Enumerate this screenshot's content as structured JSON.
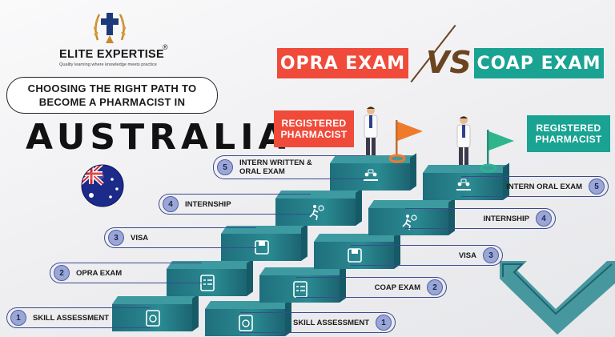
{
  "brand": {
    "name": "ELITE EXPERTISE",
    "registered": "®",
    "tagline": "Quality learning where knowledge meets practice"
  },
  "title": {
    "line": "CHOOSING THE RIGHT PATH TO\nBECOME A PHARMACIST IN",
    "country": "AUSTRALIA"
  },
  "exams": {
    "left": "OPRA EXAM",
    "vs": "VS",
    "right": "COAP EXAM"
  },
  "goal": {
    "left": "REGISTERED\nPHARMACIST",
    "right": "REGISTERED\nPHARMACIST"
  },
  "opra_steps": [
    {
      "num": "1",
      "label": "SKILL ASSESSMENT"
    },
    {
      "num": "2",
      "label": "OPRA EXAM"
    },
    {
      "num": "3",
      "label": "VISA"
    },
    {
      "num": "4",
      "label": "INTERNSHIP"
    },
    {
      "num": "5",
      "label": "INTERN WRITTEN &\nORAL EXAM"
    }
  ],
  "coap_steps": [
    {
      "num": "1",
      "label": "SKILL ASSESSMENT"
    },
    {
      "num": "2",
      "label": "COAP EXAM"
    },
    {
      "num": "3",
      "label": "VISA"
    },
    {
      "num": "4",
      "label": "INTERNSHIP"
    },
    {
      "num": "5",
      "label": "INTERN ORAL EXAM"
    }
  ],
  "colors": {
    "opra": "#f04b3a",
    "coap": "#1aa393",
    "step_block": "#2a8a91",
    "step_outline": "#3c4a8d",
    "step_badge": "#9aa7d6"
  },
  "icons": [
    "laurel-cross-emblem-icon",
    "australia-globe-icon",
    "checklist-clipboard-icon",
    "stopwatch-runner-icon",
    "floppy-disk-icon",
    "meeting-discussion-icon",
    "pharmacist-figure-icon",
    "goal-flag-icon"
  ]
}
